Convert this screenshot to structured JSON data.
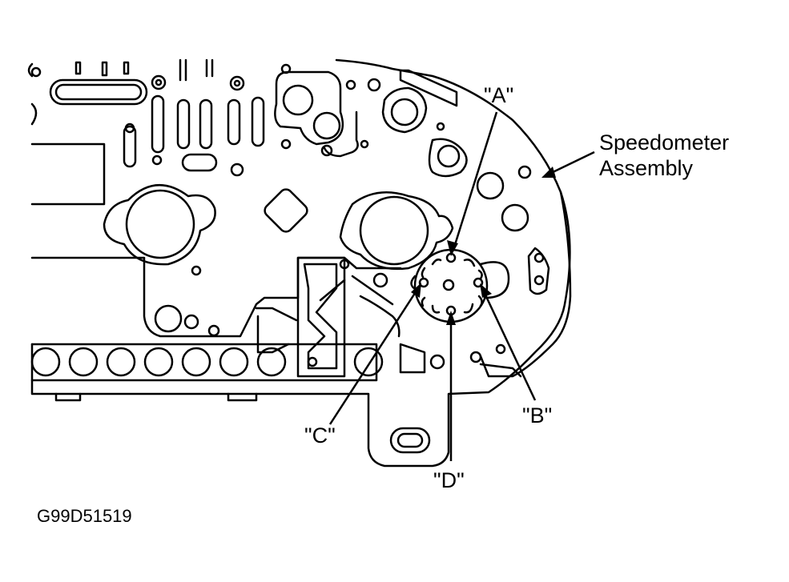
{
  "labels": {
    "a": "\"A\"",
    "b": "\"B\"",
    "c": "\"C\"",
    "d": "\"D\"",
    "assembly_line1": "Speedometer",
    "assembly_line2": "Assembly"
  },
  "figure_code": "G99D51519",
  "colors": {
    "ink": "#000000",
    "paper": "#ffffff"
  }
}
